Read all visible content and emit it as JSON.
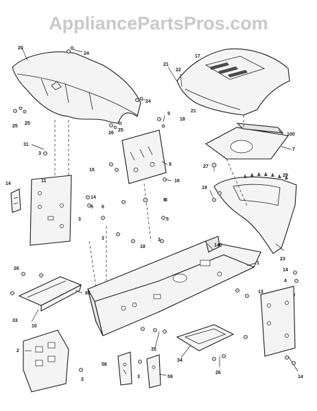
{
  "watermark": "AppliancePartsPros.com",
  "callouts": {
    "c20": "20",
    "c24a": "24",
    "c24b": "24",
    "c25a": "25",
    "c25b": "25",
    "c26a": "26",
    "c25c": "25",
    "c5a": "5",
    "c21": "21",
    "c22": "22",
    "c17": "17",
    "c21b": "21",
    "c18": "18",
    "c100": "100",
    "c7": "7",
    "c27": "27",
    "c31": "31",
    "c3a": "3",
    "c15": "15",
    "c9": "9",
    "c16": "16",
    "c14a": "14",
    "c11": "11",
    "c14b": "14",
    "c5b": "5",
    "c6a": "6",
    "c6b": "6",
    "c3b": "3",
    "c5c": "5",
    "c3c": "3",
    "c18b": "18",
    "c19": "19",
    "c29": "29",
    "c23": "23",
    "c3d": "3",
    "c140": "140",
    "c1": "1",
    "c26b": "26",
    "c85": "85",
    "c33": "33",
    "c10": "10",
    "c14c": "14",
    "c4": "4",
    "c13": "13",
    "c2": "2",
    "c35": "35",
    "c34": "34",
    "c26c": "26",
    "c58": "58",
    "c3e": "3",
    "c59": "59",
    "c3f": "3",
    "c14d": "14",
    "c8": "8"
  }
}
